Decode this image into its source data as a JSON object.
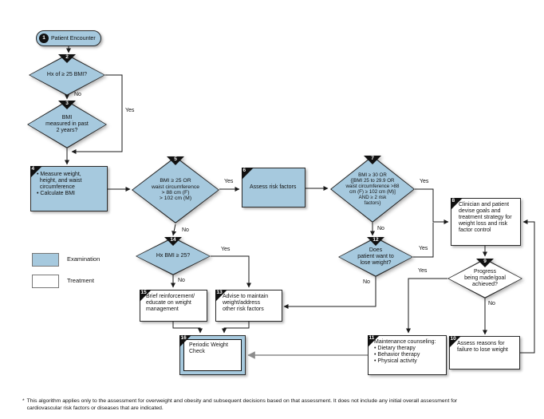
{
  "colors": {
    "examination_fill": "#a6c9de",
    "treatment_fill": "#ffffff",
    "line": "#1a1a1a",
    "connector_gray": "#8c8c8c",
    "badge": "#111111"
  },
  "nodes": {
    "1": {
      "num": "1",
      "text": "Patient Encounter"
    },
    "2": {
      "num": "2",
      "text": "Hx of ≥ 25 BMI?"
    },
    "3": {
      "num": "3",
      "text": "BMI\nmeasured in past\n2 years?"
    },
    "4": {
      "num": "4",
      "text": "• Measure weight,\n  height, and waist\n  circumference\n• Calculate BMI"
    },
    "5": {
      "num": "5",
      "text": "BMI ≥ 25 OR\nwaist circumference\n> 88 cm (F)\n> 102 cm (M)"
    },
    "6": {
      "num": "6",
      "text": "Assess risk factors"
    },
    "7": {
      "num": "7",
      "text": "BMI ≥ 30 OR\n{[BMI 25 to 29.9 OR\nwaist circumference >88\ncm (F) ≥ 102 cm (M)]\nAND ≥ 2 risk\nfactors}"
    },
    "8": {
      "num": "8",
      "text": "Clinician and patient\ndevise goals and\ntreatment strategy for\nweight loss and risk\nfactor control"
    },
    "9": {
      "num": "9",
      "text": "Progress\nbeing made/goal\nachieved?"
    },
    "10": {
      "num": "10",
      "text": "Assess reasons for\nfailure to lose weight"
    },
    "11": {
      "num": "11",
      "text": "Maintenance counseling:\n• Dietary therapy\n• Behavior therapy\n• Physical activity"
    },
    "12": {
      "num": "12",
      "text": "Does\npatient want to\nlose weight?"
    },
    "13": {
      "num": "13",
      "text": "Advise to maintain\nweight/address\nother risk factors"
    },
    "14": {
      "num": "14",
      "text": "Hx BMI ≥ 25?"
    },
    "15": {
      "num": "15",
      "text": "Brief reinforcement/\neducate on weight\nmanagement"
    },
    "16": {
      "num": "16",
      "text": "Periodic Weight\nCheck"
    }
  },
  "edge_labels": {
    "d2_no": "No",
    "d2_yes": "Yes",
    "d5_yes": "Yes",
    "d5_no": "No",
    "d7_yes": "Yes",
    "d7_no": "No",
    "d9_yes": "Yes",
    "d9_no": "No",
    "d12_yes": "Yes",
    "d12_no": "No",
    "d14_yes": "Yes",
    "d14_no": "No"
  },
  "legend": {
    "examination": "Examination",
    "treatment": "Treatment"
  },
  "footnote": {
    "marker": "*",
    "text": "This algorithm applies only to the assessment for overweight and obesity and subsequent decisions based on that assessment. It does not include any initial overall assessment for\ncardiovascular risk factors or diseases that are indicated."
  }
}
